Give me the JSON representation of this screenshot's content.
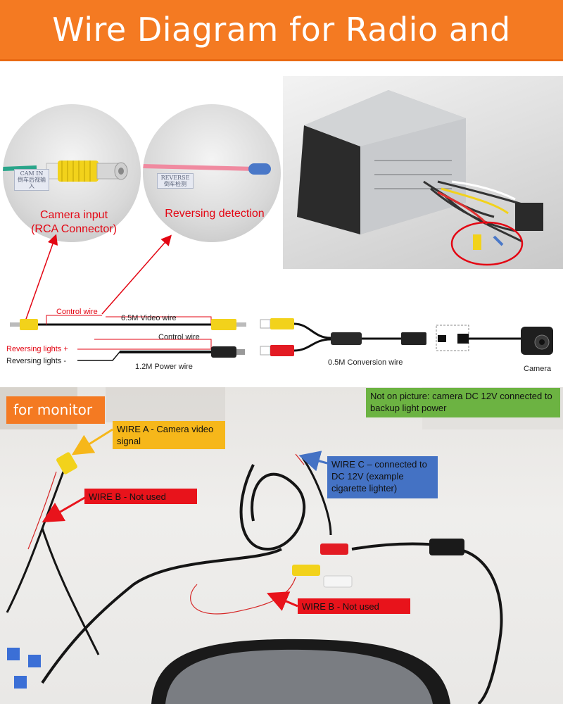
{
  "banner": {
    "title": "Wire Diagram for Radio and Monitor"
  },
  "circle_left": {
    "caption_line1": "Camera input",
    "caption_line2": "(RCA Connector)",
    "wire_tag_line1": "CAM IN",
    "wire_tag_line2": "倒车后视输入"
  },
  "circle_right": {
    "caption": "Reversing detection",
    "wire_tag_line1": "REVERSE",
    "wire_tag_line2": "倒车检测"
  },
  "diagram": {
    "control_wire_top": "Control wire",
    "video_wire": "6.5M Video wire",
    "control_wire_mid": "Control wire",
    "reversing_plus": "Reversing lights +",
    "reversing_minus": "Reversing lights -",
    "power_wire": "1.2M Power wire",
    "conversion_wire": "0.5M Conversion wire",
    "camera": "Camera"
  },
  "monitor_section": {
    "tag": "for  monitor",
    "note_green": "Not on picture: camera DC 12V connected to backup light power",
    "wire_a": "WIRE A - Camera video signal",
    "wire_b_upper": "WIRE B - Not used",
    "wire_b_lower": "WIRE B - Not used",
    "wire_c": "WIRE C – connected to DC 12V (example cigarette lighter)"
  },
  "colors": {
    "orange": "#f47a22",
    "arrow_red": "#e30613",
    "note_yellow": "#f6b71a",
    "note_red": "#e8131b",
    "note_blue": "#4472c4",
    "note_green": "#6cb342",
    "rca_yellow": "#f2d21b"
  }
}
